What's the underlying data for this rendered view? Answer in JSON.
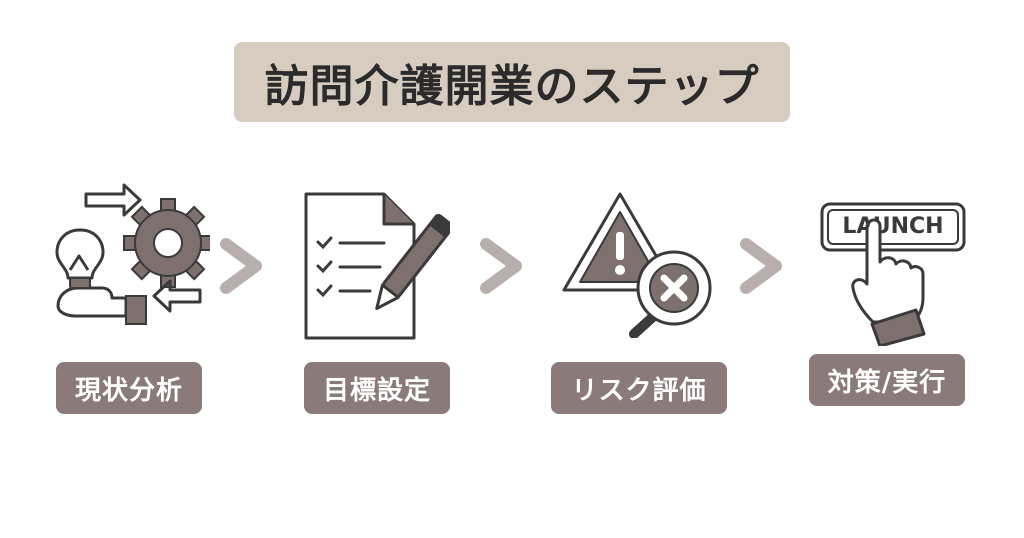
{
  "title": "訪問介護開業のステップ",
  "colors": {
    "title_bg": "#d6cdc0",
    "label_bg": "#8a7b7a",
    "icon_fill": "#7e706f",
    "arrow": "#b9aeae",
    "outline": "#3a3a3a"
  },
  "steps": [
    {
      "label": "現状分析",
      "icon": "lightbulb-gear-icon"
    },
    {
      "label": "目標設定",
      "icon": "checklist-pen-icon"
    },
    {
      "label": "リスク評価",
      "icon": "warning-magnifier-icon"
    },
    {
      "label": "対策/実行",
      "icon": "launch-button-icon",
      "icon_text": "LAUNCH"
    }
  ],
  "connector_icon": "chevron-right-icon"
}
